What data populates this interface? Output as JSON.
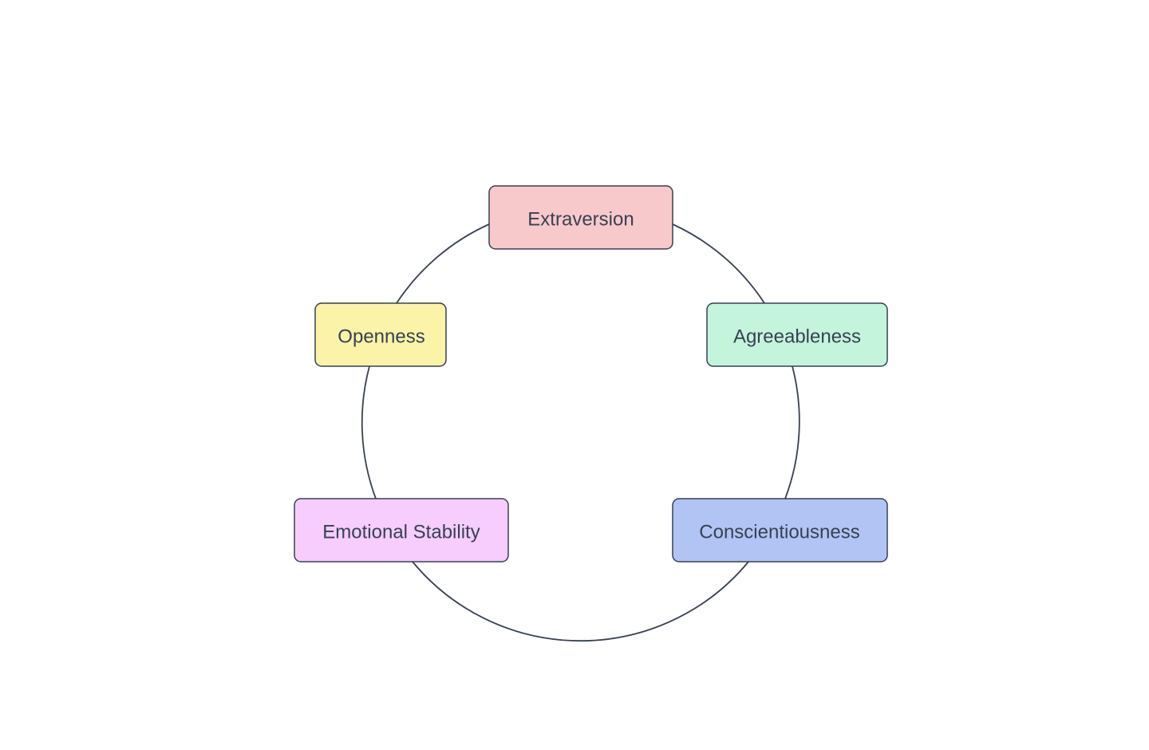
{
  "diagram": {
    "line_color": "#374151",
    "text_color": "#374151",
    "nodes": [
      {
        "id": "extraversion",
        "label": "Extraversion",
        "fill": "#f8c9cb"
      },
      {
        "id": "agreeableness",
        "label": "Agreeableness",
        "fill": "#c4f4dc"
      },
      {
        "id": "conscientiousness",
        "label": "Conscientiousness",
        "fill": "#b2c4f4"
      },
      {
        "id": "emotional-stability",
        "label": "Emotional Stability",
        "fill": "#f6cdfc"
      },
      {
        "id": "openness",
        "label": "Openness",
        "fill": "#faf3a8"
      }
    ]
  }
}
